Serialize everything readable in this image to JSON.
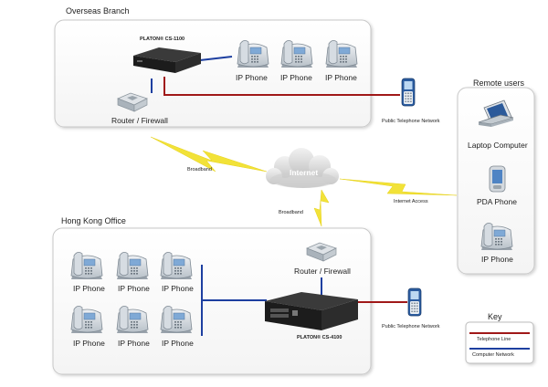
{
  "overseas": {
    "title": "Overseas Branch",
    "pbx_label": "PLATON® CS-1100",
    "phone_labels": [
      "IP Phone",
      "IP Phone",
      "IP Phone"
    ],
    "router_label": "Router / Firewall",
    "pstn_label": "Public Telephone Network"
  },
  "hongkong": {
    "title": "Hong Kong Office",
    "phone_labels": [
      "IP Phone",
      "IP Phone",
      "IP Phone",
      "IP Phone",
      "IP Phone",
      "IP Phone"
    ],
    "router_label": "Router / Firewall",
    "pbx_label": "PLATON® CS-4100",
    "pstn_label": "Public Telephone Network"
  },
  "internet": {
    "label": "Internet",
    "broadband_1": "Broadband",
    "broadband_2": "Broadband",
    "internet_access": "Internet Access"
  },
  "remote": {
    "title": "Remote users",
    "laptop_label": "Laptop Computer",
    "pda_label": "PDA Phone",
    "phone_label": "IP Phone"
  },
  "key": {
    "title": "Key",
    "telephone_line": "Telephone Line",
    "computer_network": "Computer Network"
  },
  "colors": {
    "telephone_line": "#a01818",
    "computer_network": "#1d3fa0",
    "broadband": "#f2e238",
    "box_border": "#c8c8c8"
  }
}
